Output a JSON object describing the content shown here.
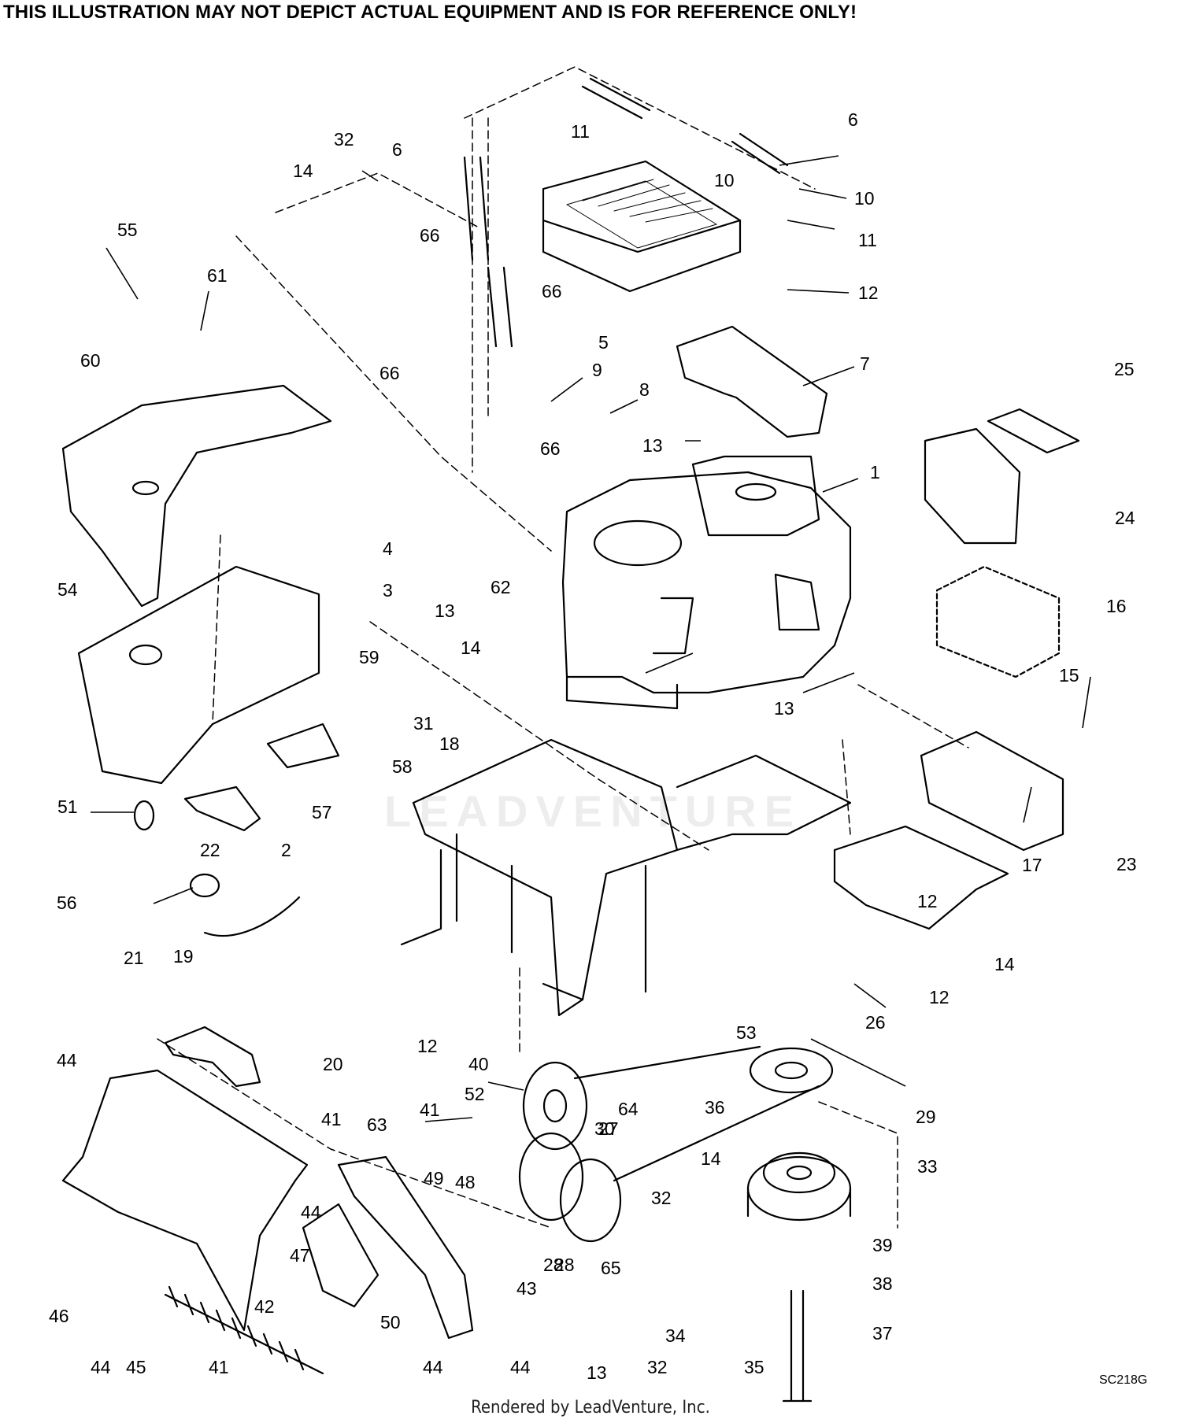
{
  "disclaimer": "THIS ILLUSTRATION MAY NOT DEPICT ACTUAL EQUIPMENT AND IS  FOR REFERENCE ONLY!",
  "watermark": "LEADVENTURE",
  "diagram_code": "SC218G",
  "footer": "Rendered by LeadVenture, Inc.",
  "callouts": [
    "1",
    "2",
    "3",
    "4",
    "5",
    "6",
    "6",
    "7",
    "8",
    "9",
    "10",
    "10",
    "11",
    "11",
    "12",
    "12",
    "12",
    "12",
    "13",
    "13",
    "13",
    "13",
    "14",
    "14",
    "14",
    "14",
    "15",
    "16",
    "17",
    "18",
    "19",
    "20",
    "21",
    "22",
    "23",
    "24",
    "25",
    "26",
    "27",
    "28",
    "28",
    "29",
    "30",
    "31",
    "32",
    "32",
    "32",
    "33",
    "34",
    "35",
    "36",
    "37",
    "38",
    "39",
    "40",
    "41",
    "41",
    "41",
    "42",
    "43",
    "44",
    "44",
    "44",
    "44",
    "44",
    "45",
    "46",
    "47",
    "48",
    "49",
    "50",
    "51",
    "52",
    "53",
    "54",
    "55",
    "56",
    "57",
    "58",
    "59",
    "60",
    "61",
    "62",
    "63",
    "64",
    "65",
    "66",
    "66",
    "66",
    "66"
  ]
}
